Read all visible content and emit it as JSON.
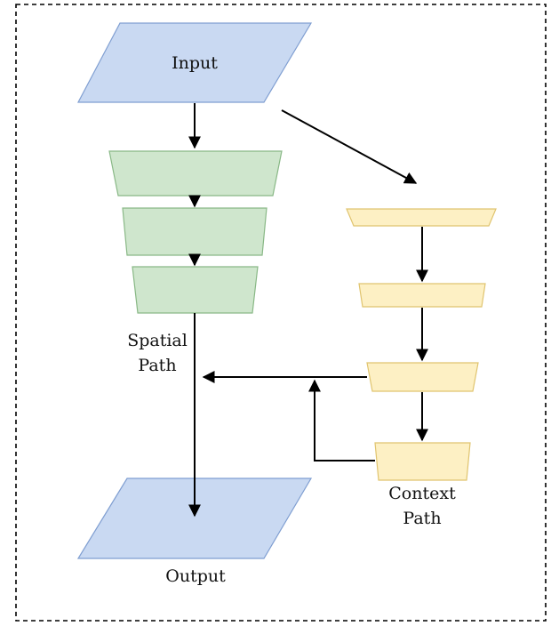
{
  "nodes": {
    "input": "Input",
    "output": "Output"
  },
  "paths": {
    "spatial": [
      "Spatial",
      "Path"
    ],
    "context": [
      "Context",
      "Path"
    ]
  },
  "colors": {
    "io_fill": "#c9d9f2",
    "io_stroke": "#7f9ed1",
    "spatial_fill": "#cfe6cd",
    "spatial_stroke": "#89b886",
    "context_fill": "#fdf0c4",
    "context_stroke": "#e0c46f",
    "arrow": "#000000",
    "frame": "#000000"
  }
}
